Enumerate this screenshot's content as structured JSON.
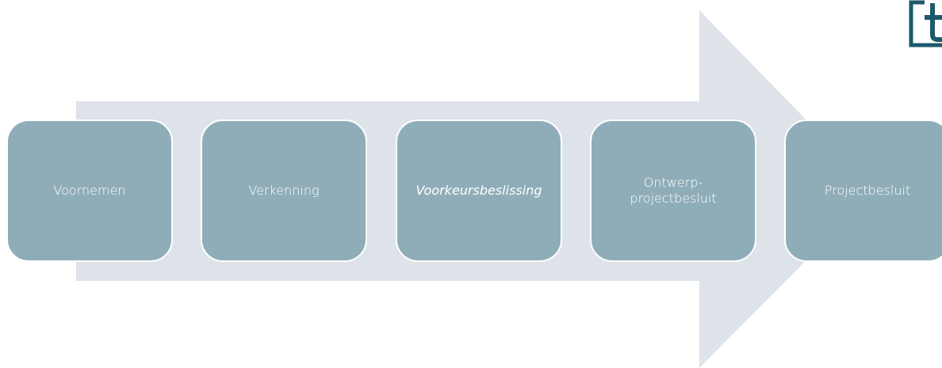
{
  "colors": {
    "arrow_fill": "#dde3e9",
    "step_fill": "#8fadb9",
    "step_border": "#ffffff",
    "step_text": "#ffffff",
    "logo_color": "#1d5a6b"
  },
  "process": {
    "steps": [
      {
        "label": "Voornemen",
        "italic": false
      },
      {
        "label": "Verkenning",
        "italic": false
      },
      {
        "label": "Voorkeursbeslissing",
        "italic": true
      },
      {
        "label": "Ontwerp-\nprojectbesluit",
        "italic": false
      },
      {
        "label": "Projectbesluit",
        "italic": false
      }
    ]
  },
  "logo": {
    "icon": "corner-logo-icon"
  }
}
